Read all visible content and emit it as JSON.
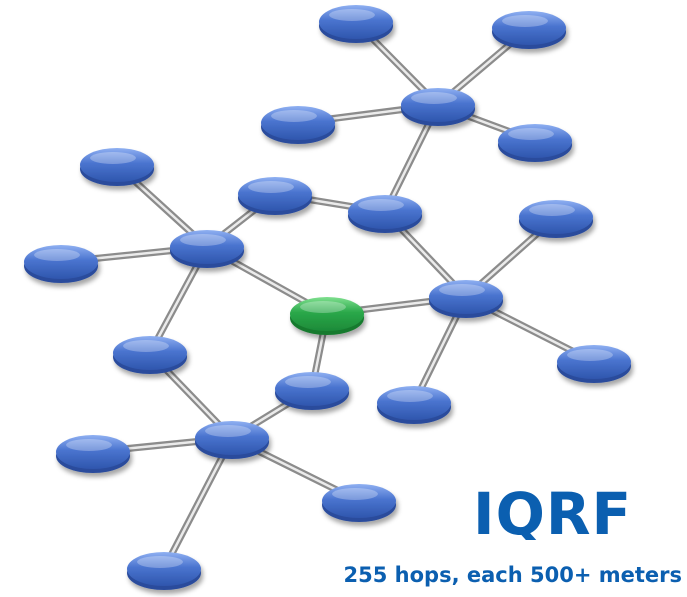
{
  "brand": {
    "logo_text": "IQRF",
    "tagline": "255 hops, each 500+ meters"
  },
  "colors": {
    "node_blue": "#4a74cf",
    "node_blue_dark": "#2a4c9c",
    "node_green": "#2aa84a",
    "node_green_dark": "#157a2e",
    "link_gray": "#8c8c8c",
    "text_blue": "#0b5fb0"
  },
  "network": {
    "coordinator": "n-center",
    "nodes": [
      {
        "id": "n-center",
        "role": "coordinator"
      },
      {
        "id": "n-top-left",
        "role": "node"
      },
      {
        "id": "n-top-right",
        "role": "node"
      },
      {
        "id": "n-top-hub",
        "role": "router"
      },
      {
        "id": "n-top-side-left",
        "role": "node"
      },
      {
        "id": "n-top-side-right",
        "role": "node"
      },
      {
        "id": "n-upper-left",
        "role": "node"
      },
      {
        "id": "n-upper-mid",
        "role": "node"
      },
      {
        "id": "n-mid-router",
        "role": "router"
      },
      {
        "id": "n-far-left",
        "role": "node"
      },
      {
        "id": "n-left-hub",
        "role": "router"
      },
      {
        "id": "n-right-top",
        "role": "node"
      },
      {
        "id": "n-right-hub",
        "role": "router"
      },
      {
        "id": "n-right-bottom",
        "role": "node"
      },
      {
        "id": "n-lower-right",
        "role": "node"
      },
      {
        "id": "n-left-middle",
        "role": "node"
      },
      {
        "id": "n-center-below",
        "role": "node"
      },
      {
        "id": "n-bottom-left",
        "role": "node"
      },
      {
        "id": "n-bottom-hub",
        "role": "router"
      },
      {
        "id": "n-bottom-right",
        "role": "node"
      },
      {
        "id": "n-bottom-far",
        "role": "node"
      }
    ],
    "links": [
      [
        "n-top-left",
        "n-top-hub"
      ],
      [
        "n-top-right",
        "n-top-hub"
      ],
      [
        "n-top-side-left",
        "n-top-hub"
      ],
      [
        "n-top-side-right",
        "n-top-hub"
      ],
      [
        "n-top-hub",
        "n-mid-router"
      ],
      [
        "n-upper-mid",
        "n-mid-router"
      ],
      [
        "n-upper-mid",
        "n-left-hub"
      ],
      [
        "n-upper-left",
        "n-left-hub"
      ],
      [
        "n-far-left",
        "n-left-hub"
      ],
      [
        "n-left-hub",
        "n-center"
      ],
      [
        "n-left-hub",
        "n-left-middle"
      ],
      [
        "n-mid-router",
        "n-right-hub"
      ],
      [
        "n-center",
        "n-right-hub"
      ],
      [
        "n-right-top",
        "n-right-hub"
      ],
      [
        "n-right-hub",
        "n-lower-right"
      ],
      [
        "n-right-hub",
        "n-right-bottom"
      ],
      [
        "n-center",
        "n-center-below"
      ],
      [
        "n-center-below",
        "n-bottom-hub"
      ],
      [
        "n-left-middle",
        "n-bottom-hub"
      ],
      [
        "n-bottom-left",
        "n-bottom-hub"
      ],
      [
        "n-bottom-hub",
        "n-bottom-right"
      ],
      [
        "n-bottom-hub",
        "n-bottom-far"
      ]
    ]
  }
}
